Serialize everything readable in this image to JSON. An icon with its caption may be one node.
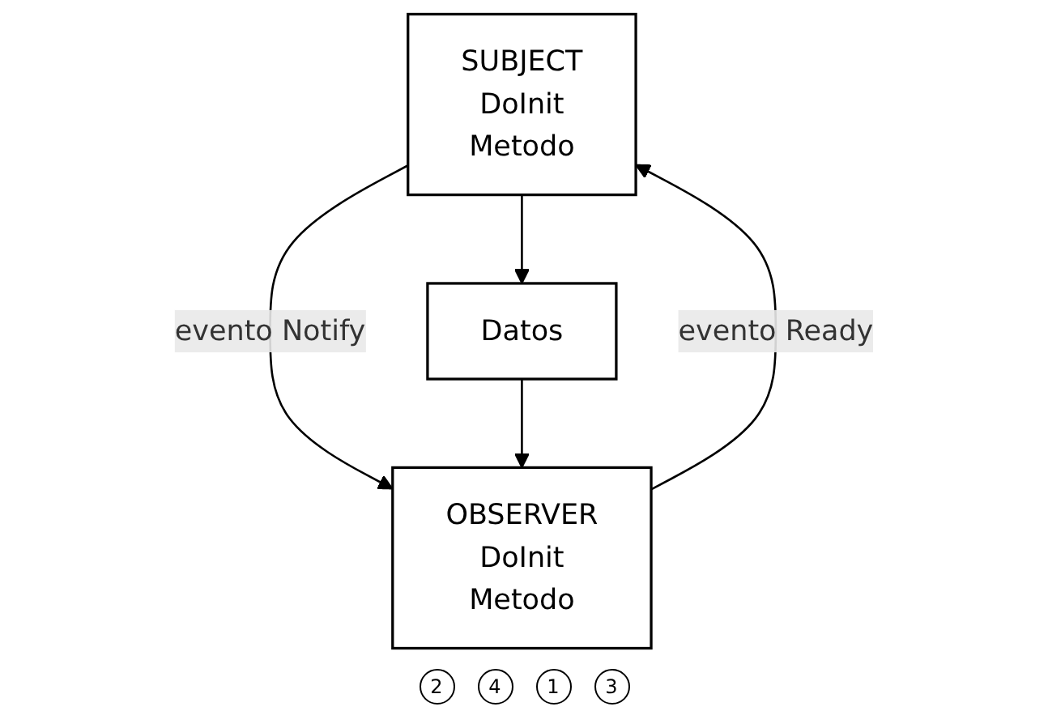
{
  "diagram": {
    "nodes": [
      {
        "text": [
          "SUBJECT",
          "DoInit",
          "Metodo"
        ]
      },
      {
        "text": [
          "OBSERVER",
          "DoInit",
          "Metodo"
        ]
      },
      {
        "text": [
          "Datos"
        ]
      }
    ],
    "edges": [
      {
        "from": 0,
        "to": 1,
        "label": "evento Notify",
        "arrow": "to"
      },
      {
        "from": 1,
        "to": 0,
        "label": "evento Ready",
        "arrow": "to"
      },
      {
        "from": 0,
        "to": 2,
        "arrow": "to"
      },
      {
        "from": 2,
        "to": 1,
        "arrow": "to"
      }
    ],
    "labels": [
      "2",
      "4",
      "1",
      "3"
    ]
  }
}
